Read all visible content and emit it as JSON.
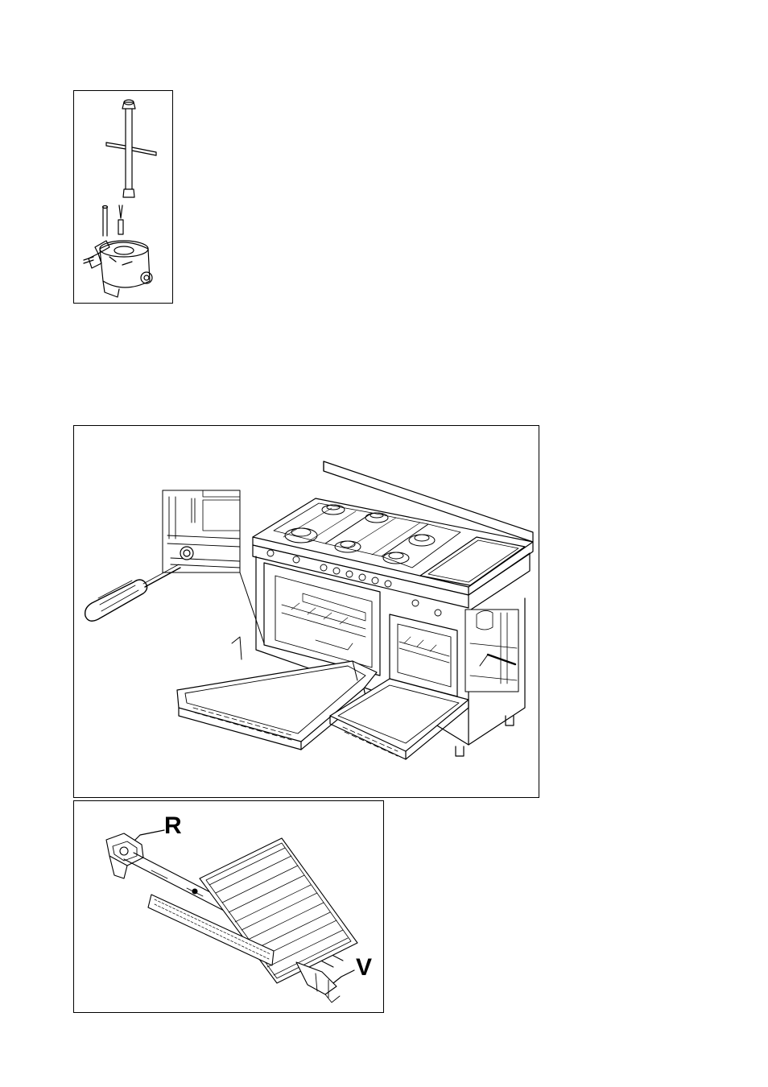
{
  "figures": [
    {
      "id": "fig1",
      "icon": "injector-wrench-illustration"
    },
    {
      "id": "fig2",
      "icon": "range-cooker-oven-illustration"
    },
    {
      "id": "fig3",
      "icon": "oven-burner-assembly-illustration"
    }
  ],
  "labels": {
    "r": "R",
    "v": "V"
  }
}
